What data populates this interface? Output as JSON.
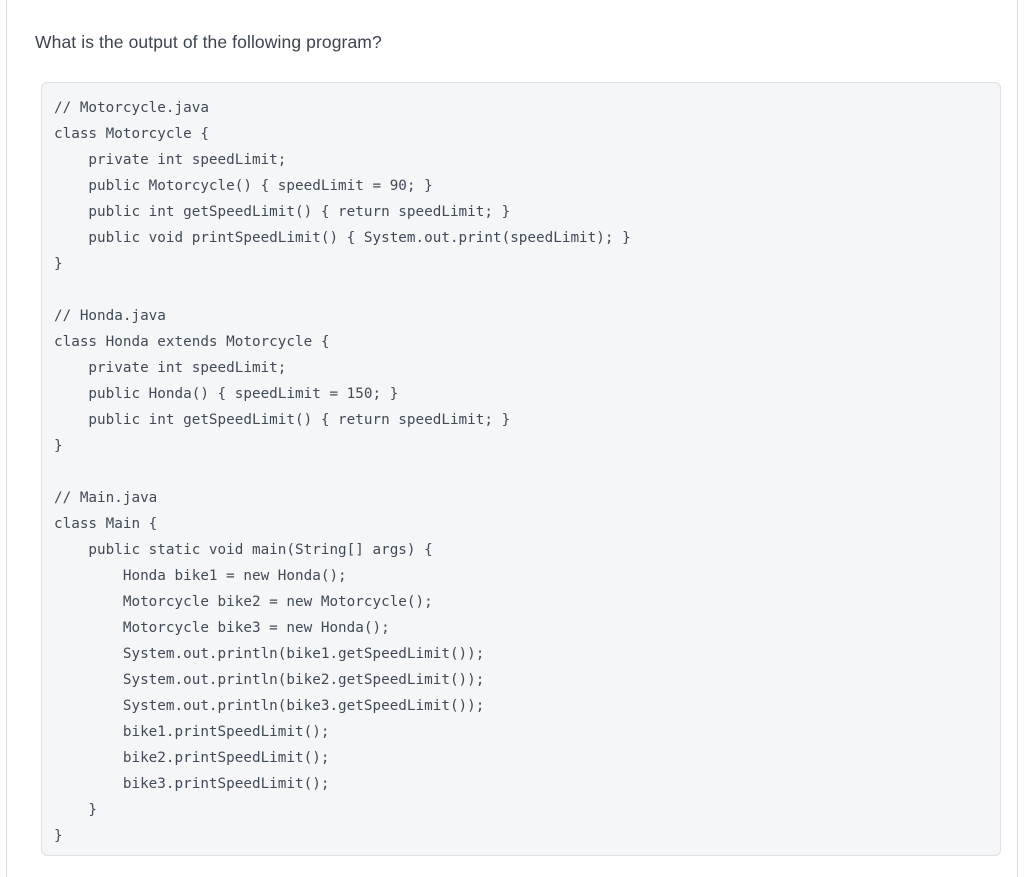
{
  "page": {
    "background_color": "#ffffff",
    "rule_color": "#d7dade"
  },
  "question": {
    "text": "What is the output of the following program?",
    "color": "#3c4450"
  },
  "code_block": {
    "language": "java",
    "background_color": "#f5f6f7",
    "border_color": "#dfe1e5",
    "text_color": "#414a57",
    "lines": [
      "// Motorcycle.java",
      "class Motorcycle {",
      "    private int speedLimit;",
      "    public Motorcycle() { speedLimit = 90; }",
      "    public int getSpeedLimit() { return speedLimit; }",
      "    public void printSpeedLimit() { System.out.print(speedLimit); }",
      "}",
      "",
      "// Honda.java",
      "class Honda extends Motorcycle {",
      "    private int speedLimit;",
      "    public Honda() { speedLimit = 150; }",
      "    public int getSpeedLimit() { return speedLimit; }",
      "}",
      "",
      "// Main.java",
      "class Main {",
      "    public static void main(String[] args) {",
      "        Honda bike1 = new Honda();",
      "        Motorcycle bike2 = new Motorcycle();",
      "        Motorcycle bike3 = new Honda();",
      "        System.out.println(bike1.getSpeedLimit());",
      "        System.out.println(bike2.getSpeedLimit());",
      "        System.out.println(bike3.getSpeedLimit());",
      "        bike1.printSpeedLimit();",
      "        bike2.printSpeedLimit();",
      "        bike3.printSpeedLimit();",
      "    }",
      "}"
    ]
  }
}
